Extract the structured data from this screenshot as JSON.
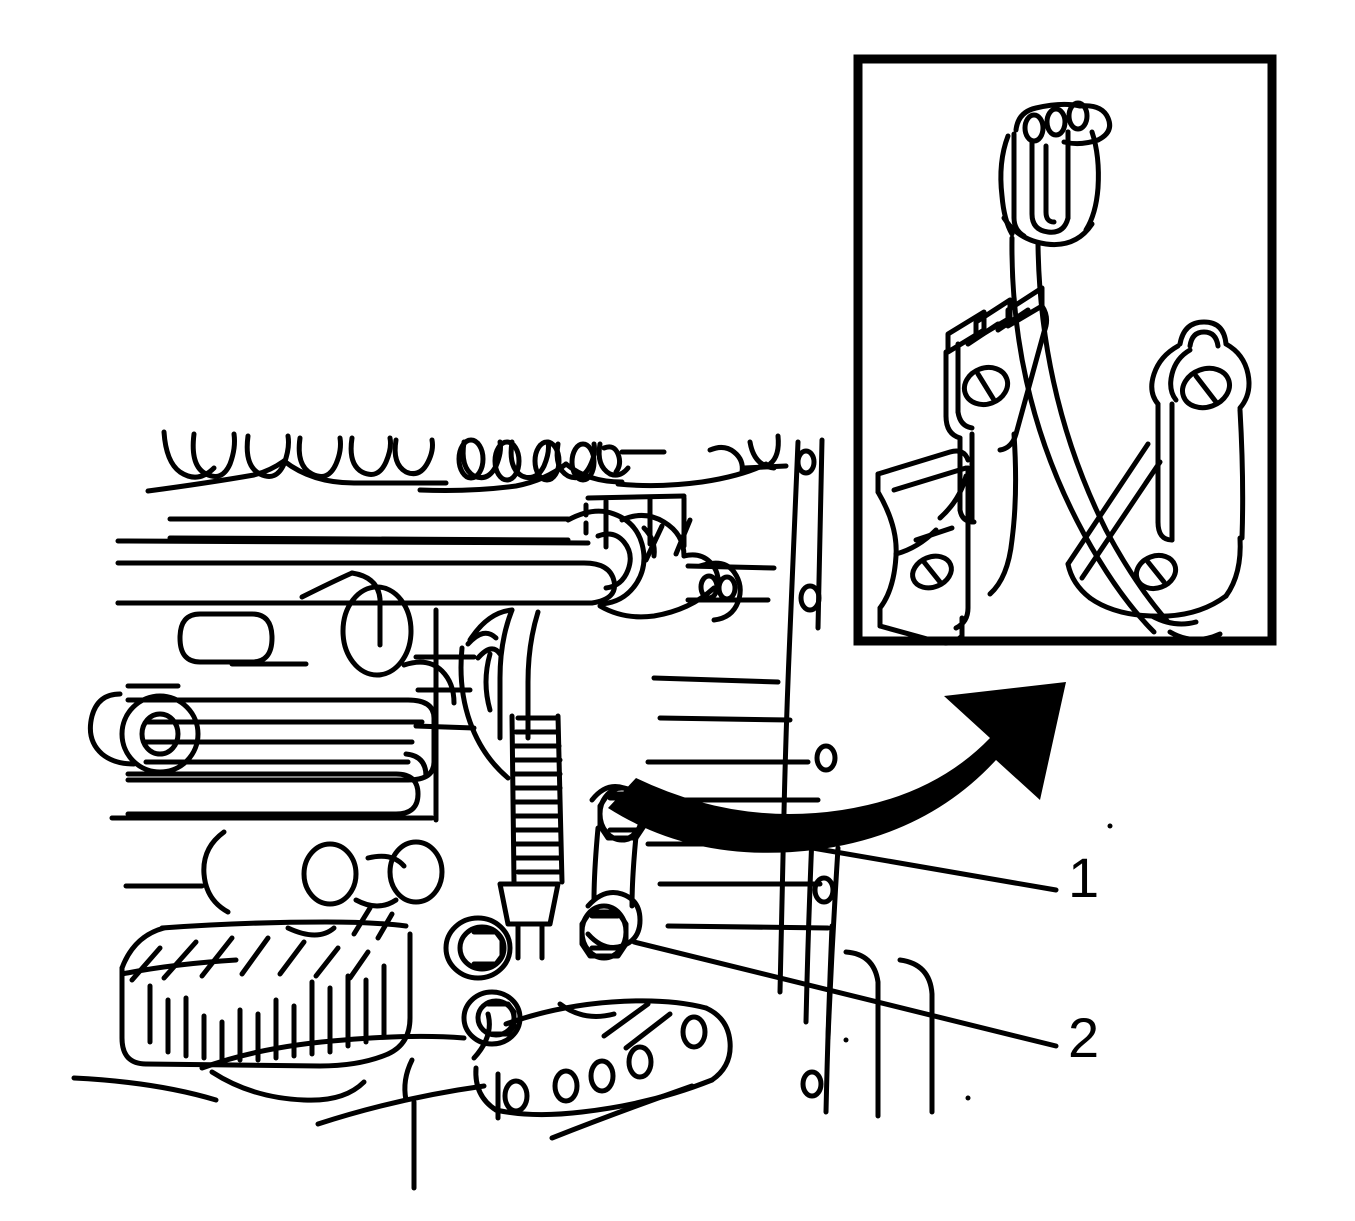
{
  "figure": {
    "kind": "technical-line-drawing",
    "title": "Transmission Shift Linkage and Bracket Assembly",
    "background_color": "#FFFFFF",
    "line_color": "#000000"
  },
  "callouts": [
    {
      "id": "1",
      "label": "1",
      "target": "upper-linkage-bolt"
    },
    {
      "id": "2",
      "label": "2",
      "target": "lower-linkage-bolt"
    }
  ],
  "inset": {
    "name": "detail-inset-box",
    "border_color": "#000000",
    "border_width": 9,
    "parts": [
      {
        "name": "shift-cable-bracket",
        "holes": 2
      },
      {
        "name": "clevis-lever-arm",
        "holes": 0
      },
      {
        "name": "support-bracket-right",
        "holes": 2
      }
    ]
  },
  "arrow": {
    "name": "detail-callout-arrow",
    "style": "solid-curved",
    "direction": "lower-left-to-upper-right",
    "color": "#000000"
  },
  "main_view": {
    "name": "transmission-assembly-view",
    "components": [
      "valve-body-housing",
      "shift-selector-shaft",
      "threaded-adjuster-rod",
      "rubber-boot-bellows",
      "shift-link-arm",
      "upper-flange-bolt",
      "lower-flange-bolt",
      "bellhousing-flange",
      "ribbed-cover-panel",
      "mounting-bracket-flange",
      "wiring-loop-bundle",
      "fluid-line-tubes"
    ]
  }
}
